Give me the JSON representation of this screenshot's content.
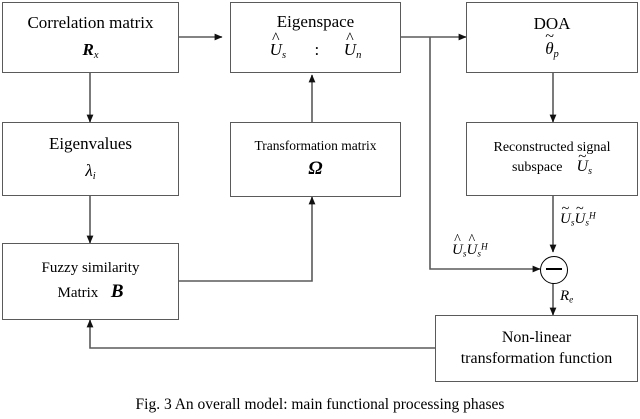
{
  "figure": {
    "caption": "Fig. 3 An overall model: main functional processing phases",
    "type": "block-diagram",
    "stroke_color": "#5a5a5a",
    "text_color": "#000000",
    "background": "#ffffff"
  },
  "blocks": {
    "correlation_matrix": {
      "title": "Correlation matrix",
      "symbol_base": "R",
      "symbol_sub": "x"
    },
    "eigenspace": {
      "title": "Eigenspace",
      "left_base": "U",
      "left_sub": "s",
      "left_accent": "^",
      "separator": ":",
      "right_base": "U",
      "right_sub": "n",
      "right_accent": "^"
    },
    "doa": {
      "title": "DOA",
      "symbol_base": "θ",
      "symbol_sub": "p",
      "symbol_accent": "~"
    },
    "eigenvalues": {
      "title": "Eigenvalues",
      "symbol_base": "λ",
      "symbol_sub": "i"
    },
    "transformation_matrix": {
      "title": "Transformation matrix",
      "symbol_base": "Ω"
    },
    "reconstructed_subspace": {
      "title_line1": "Reconstructed signal",
      "title_line2": "subspace",
      "symbol_base": "U",
      "symbol_sub": "s",
      "symbol_accent": "~"
    },
    "fuzzy_similarity": {
      "title_line1": "Fuzzy similarity",
      "title_line2": "Matrix",
      "symbol_base": "B"
    },
    "nonlinear": {
      "title_line1": "Non-linear",
      "title_line2": "transformation function"
    }
  },
  "nodes": {
    "subtract": {
      "operator": "−",
      "name": "subtraction-node"
    }
  },
  "edge_labels": {
    "estimated_projection": {
      "base1": "U",
      "sub1": "s",
      "accent1": "^",
      "base2": "U",
      "sub2": "s",
      "sup2": "H",
      "accent2": "^"
    },
    "reconstructed_projection": {
      "base1": "U",
      "sub1": "s",
      "accent1": "~",
      "base2": "U",
      "sub2": "s",
      "sup2": "H",
      "accent2": "~"
    },
    "error_matrix": {
      "base": "R",
      "sub": "e"
    }
  }
}
